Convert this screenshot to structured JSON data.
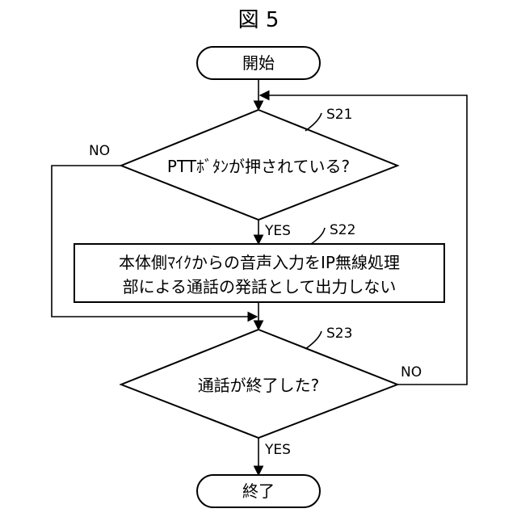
{
  "figure_title": "図 5",
  "nodes": {
    "start": "開始",
    "decision_1": "PTTﾎﾞﾀﾝが押されている?",
    "process_line_1": "本体側ﾏｲｸからの音声入力をIP無線処理",
    "process_line_2": "部による通話の発話として出力しない",
    "decision_2": "通話が終了した?",
    "end": "終了"
  },
  "steps": {
    "s21": "S21",
    "s22": "S22",
    "s23": "S23"
  },
  "branches": {
    "d1_no": "NO",
    "d1_yes": "YES",
    "d2_no": "NO",
    "d2_yes": "YES"
  }
}
